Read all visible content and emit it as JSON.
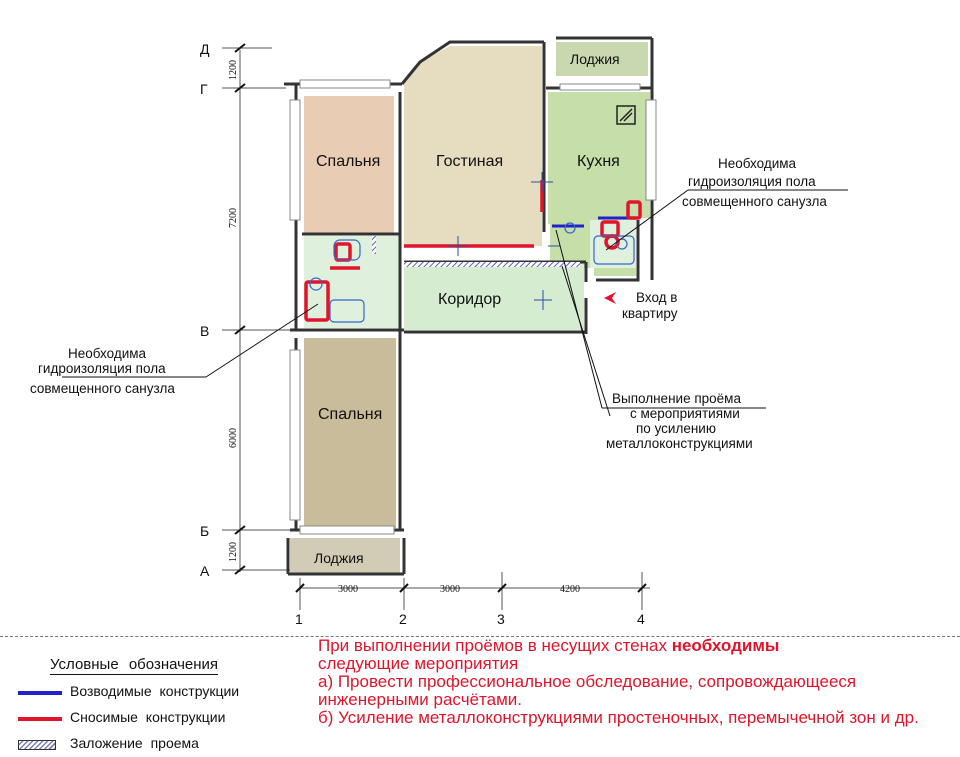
{
  "rooms": {
    "bedroom_top": "Спальня",
    "living": "Гостиная",
    "kitchen": "Кухня",
    "corridor": "Коридор",
    "bedroom_bottom": "Спальня",
    "loggia_top": "Лоджия",
    "loggia_bottom": "Лоджия"
  },
  "axes": {
    "letters": [
      "Д",
      "Г",
      "В",
      "Б",
      "А"
    ],
    "numbers": [
      "1",
      "2",
      "3",
      "4"
    ]
  },
  "dimensions": {
    "vertical": [
      "1200",
      "7200",
      "6000",
      "1200"
    ],
    "horizontal": [
      "3000",
      "3000",
      "4200"
    ]
  },
  "notes": {
    "waterproof_right": [
      "Необходима",
      "гидроизоляция пола",
      "совмещенного санузла"
    ],
    "waterproof_left": [
      "Необходима",
      "гидроизоляция пола",
      "совмещенного санузла"
    ],
    "entrance": [
      "Вход в",
      "квартиру"
    ],
    "opening": [
      "Выполнение проёма",
      "с мероприятиями",
      "по усилению",
      "металлоконструкциями"
    ]
  },
  "legend": {
    "title": "Условные обозначения",
    "items": [
      {
        "label": "Возводимые конструкции",
        "color": "#2222cc"
      },
      {
        "label": "Сносимые конструкции",
        "color": "#e0142a"
      },
      {
        "label": "Заложение проема",
        "color": "#7d7dbb"
      }
    ]
  },
  "requirements": {
    "intro": "При выполнении проёмов в несущих стенах",
    "emphasis": "необходимы",
    "line2": "следующие мероприятия",
    "item_a": "а) Провести профессиональное обследование, сопровождающееся инженерными расчётами.",
    "item_b": "б) Усиление металлоконструкциями простеночных, перемычечной зон и др."
  },
  "colors": {
    "bedroom_top_fill": "#e8ccb4",
    "living_fill": "#e6dcc0",
    "kitchen_fill": "#c6dea8",
    "corridor_fill": "#d6ecd0",
    "bath_fill": "#dff0dc",
    "bedroom_bottom_fill": "#c9bc9a",
    "loggia_fill": "#c8d9b0",
    "loggia_bottom_fill": "#d2ccb6",
    "new_wall": "#2222cc",
    "removed_wall": "#e0142a"
  }
}
